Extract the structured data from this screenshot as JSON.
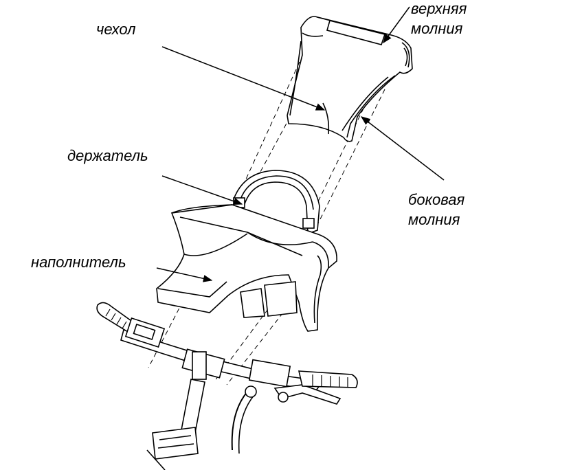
{
  "diagram": {
    "labels": {
      "cover": "чехол",
      "top_zipper_line1": "верхняя",
      "top_zipper_line2": "молния",
      "holder": "держатель",
      "side_zipper_line1": "боковая",
      "side_zipper_line2": "молния",
      "filler": "наполнитель"
    },
    "parts": [
      "cover",
      "holder",
      "filler",
      "handlebar"
    ]
  }
}
